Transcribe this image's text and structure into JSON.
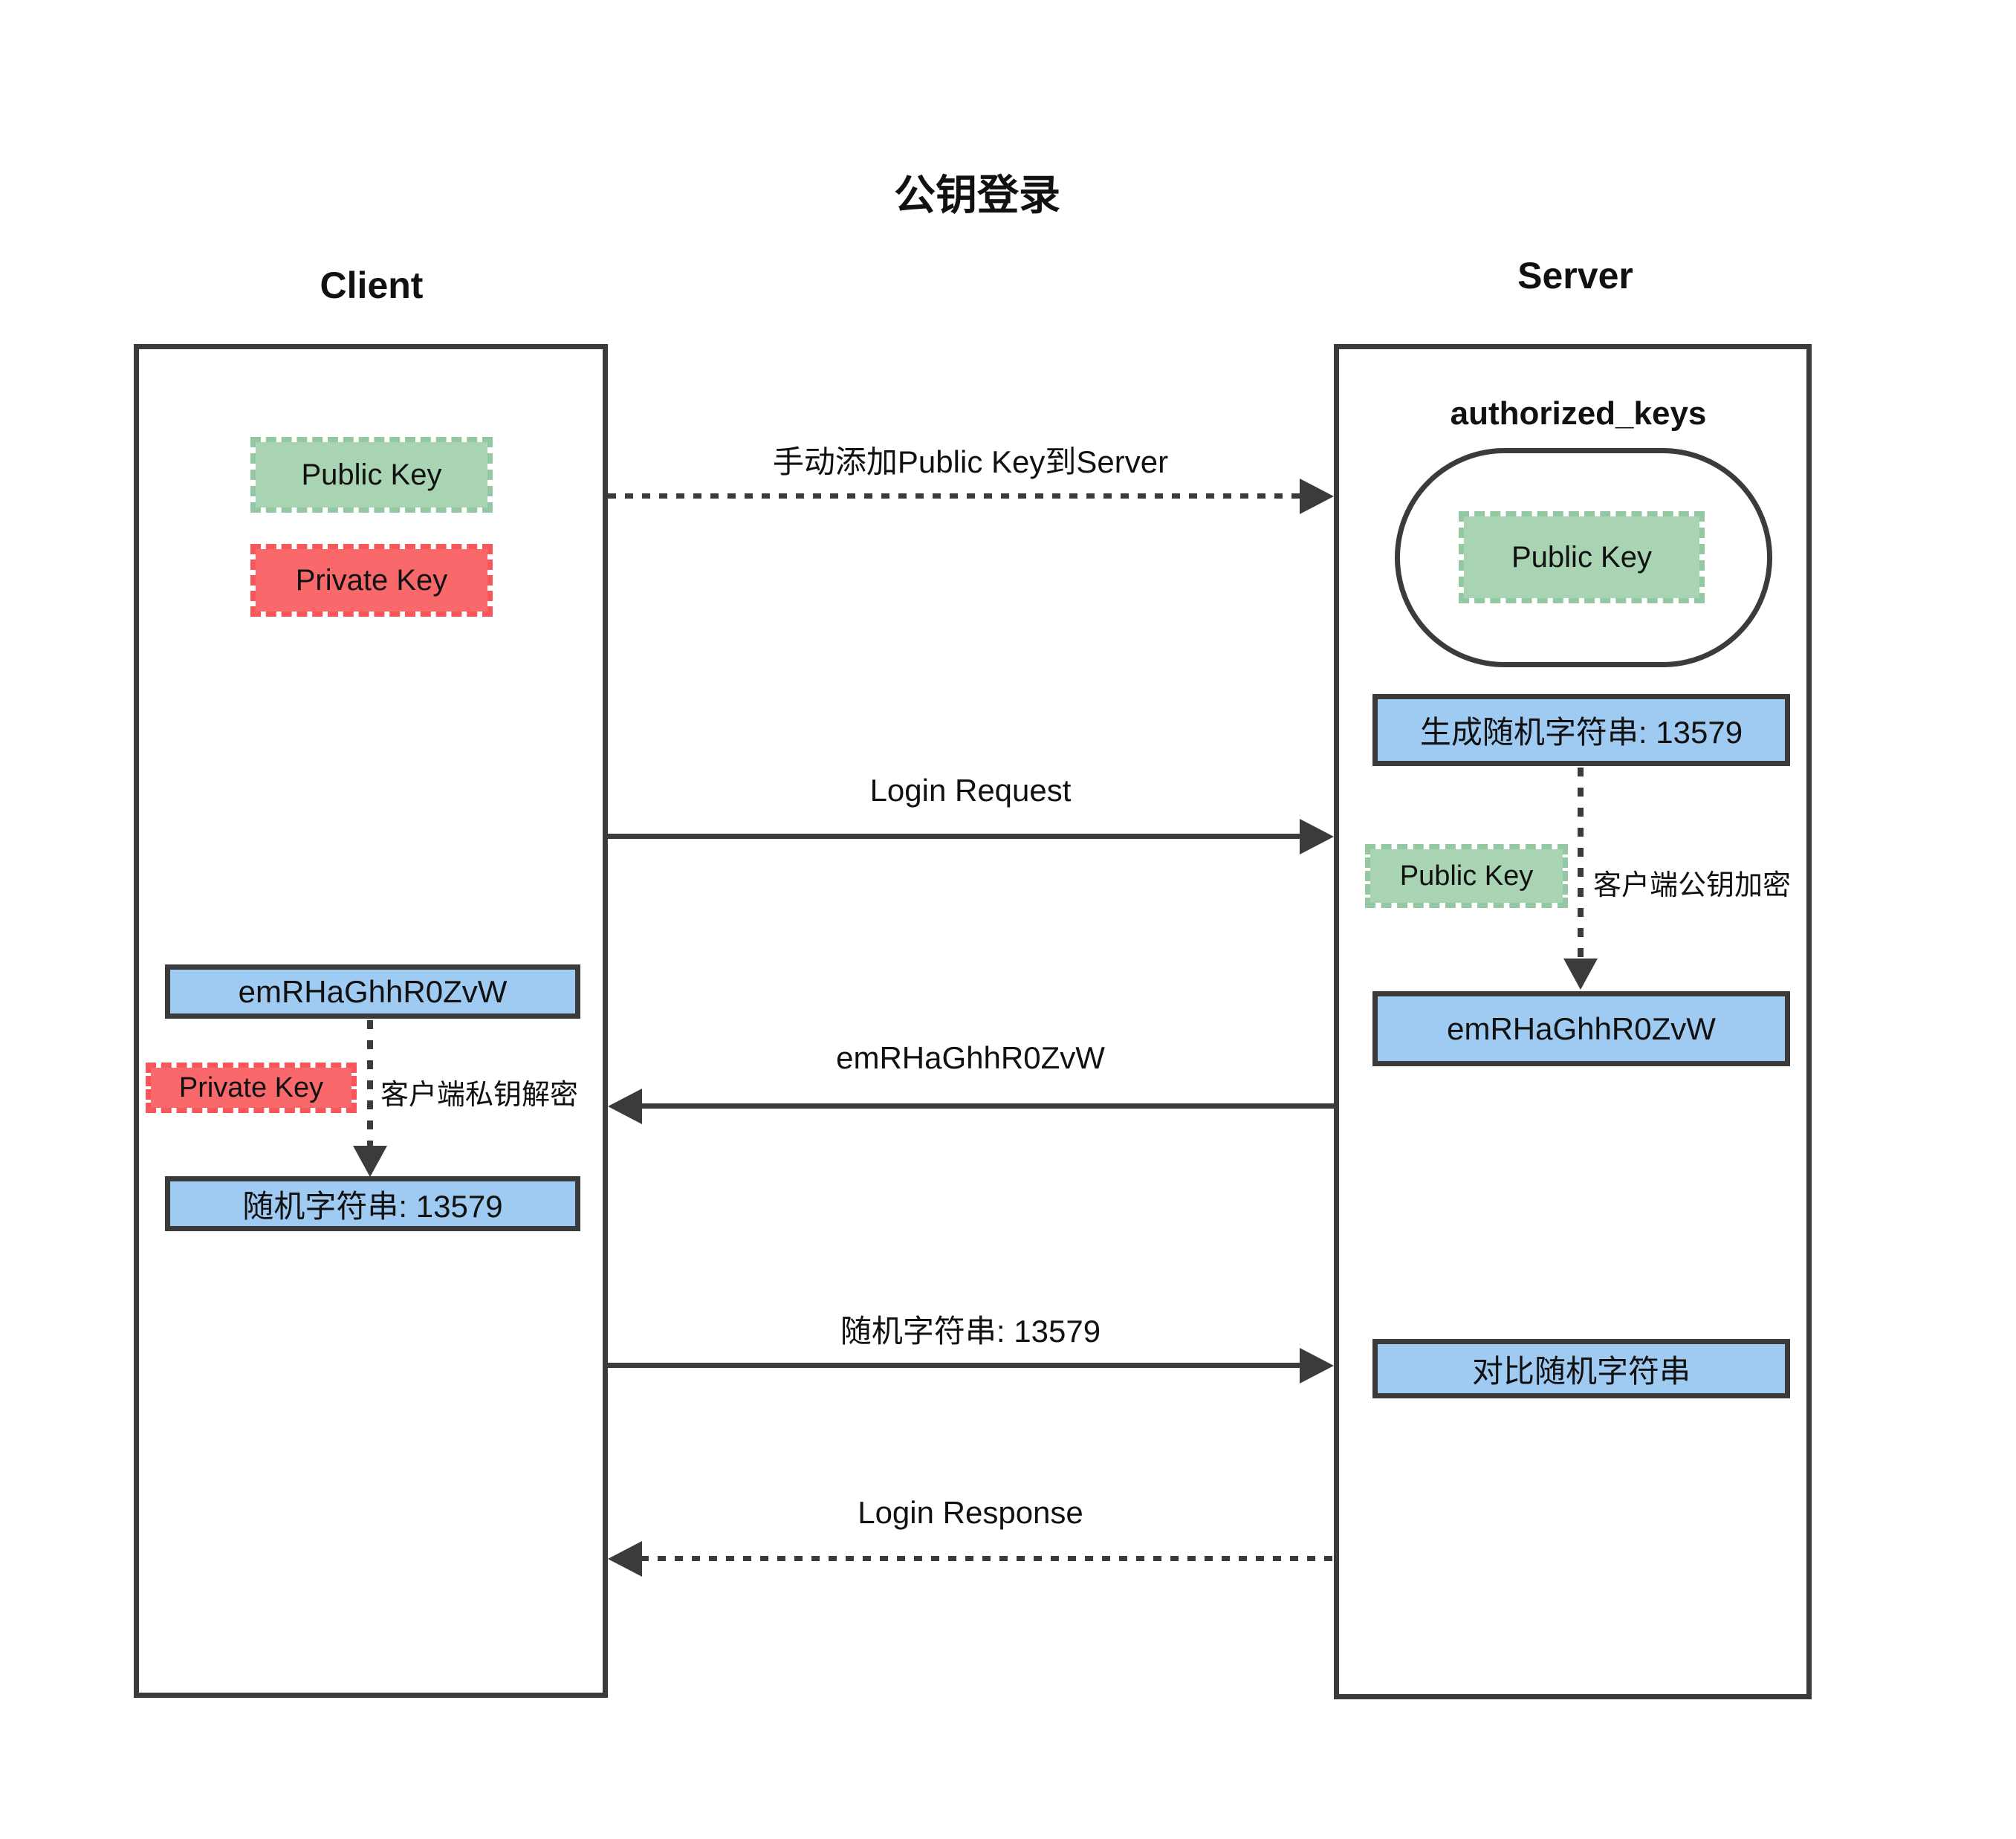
{
  "title": "公钥登录",
  "client": {
    "title": "Client",
    "public_key_label": "Public Key",
    "private_key_label": "Private Key",
    "encrypted_string": "emRHaGhhR0ZvW",
    "decrypt_key_label": "Private Key",
    "decrypt_note": "客户端私钥解密",
    "decrypted_string": "随机字符串: 13579"
  },
  "server": {
    "title": "Server",
    "authorized_keys_title": "authorized_keys",
    "stored_key_label": "Public Key",
    "generated_string": "生成随机字符串: 13579",
    "encrypt_key_label": "Public Key",
    "encrypt_note": "客户端公钥加密",
    "encrypted_string": "emRHaGhhR0ZvW",
    "compare_string": "对比随机字符串"
  },
  "messages": {
    "add_public_key": "手动添加Public Key到Server",
    "login_request": "Login Request",
    "encrypted_reply": "emRHaGhhR0ZvW",
    "random_string": "随机字符串: 13579",
    "login_response": "Login Response"
  },
  "colors": {
    "stroke": "#3b3b3b",
    "blue_fill": "#9fcaf1",
    "green_fill": "#a9d4b4",
    "red_fill": "#f9696b"
  }
}
